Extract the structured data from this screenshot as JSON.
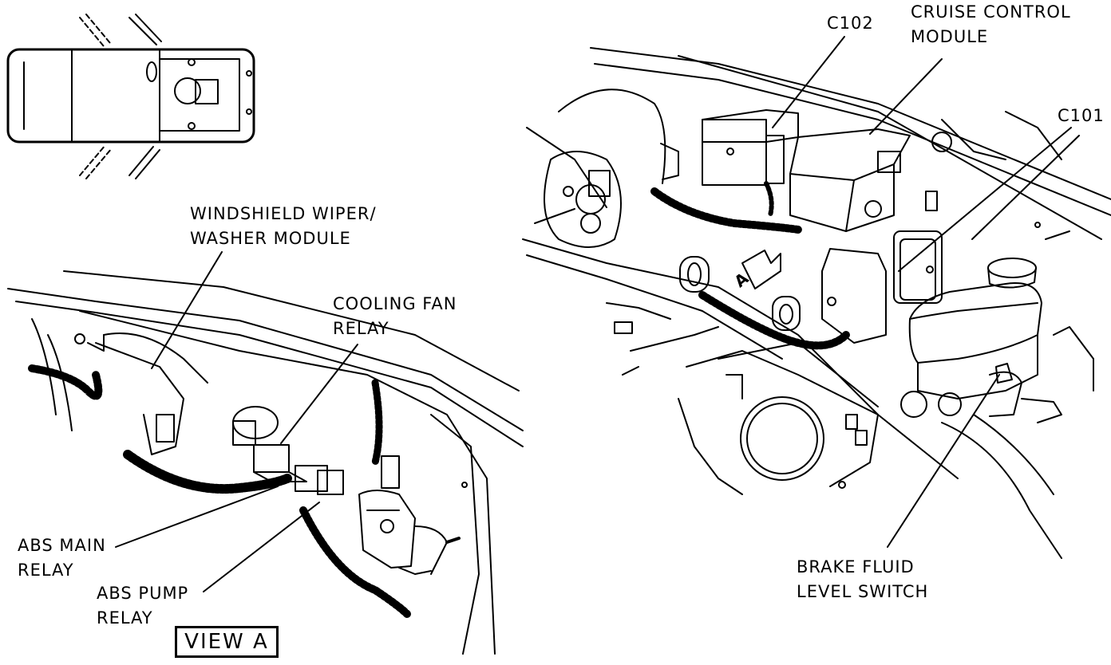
{
  "labels": {
    "windshield_wiper": "WINDSHIELD WIPER/\nWASHER MODULE",
    "cooling_fan_relay": "COOLING FAN\nRELAY",
    "abs_main_relay": "ABS MAIN\nRELAY",
    "abs_pump_relay": "ABS PUMP\nRELAY",
    "view_a": "VIEW A",
    "c102": "C102",
    "cruise_control_module": "CRUISE CONTROL\nMODULE",
    "c101": "C101",
    "brake_fluid_level_switch": "BRAKE FLUID\nLEVEL SWITCH",
    "view_marker": "A"
  },
  "colors": {
    "line": "#000000",
    "background": "#ffffff"
  }
}
